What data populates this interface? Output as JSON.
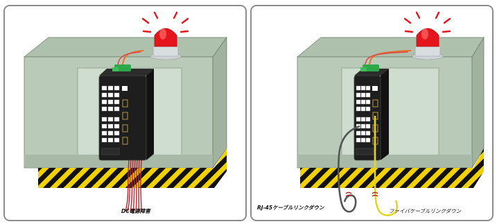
{
  "panels": [
    {
      "id": "dc-power-failure",
      "caption": "DC電源障害"
    },
    {
      "id": "link-down",
      "captions": {
        "rj45": "RJ-45ケーブルリンクダウン",
        "fiber": "ファイバケーブルリンクダウン"
      }
    }
  ],
  "colors": {
    "cabinet": "#b9cbb8",
    "cabinet_dark": "#9fb39e",
    "switch": "#1e1e1e",
    "alarm": "#e4161b",
    "dc_cable": "#b8262c",
    "rj45_cable": "#555555",
    "fiber_cable": "#f5e12c",
    "hazard_yellow": "#f2d100"
  },
  "icons": [
    "alarm-light-icon",
    "industrial-switch-icon",
    "cabinet-icon",
    "hazard-stripe-icon"
  ]
}
